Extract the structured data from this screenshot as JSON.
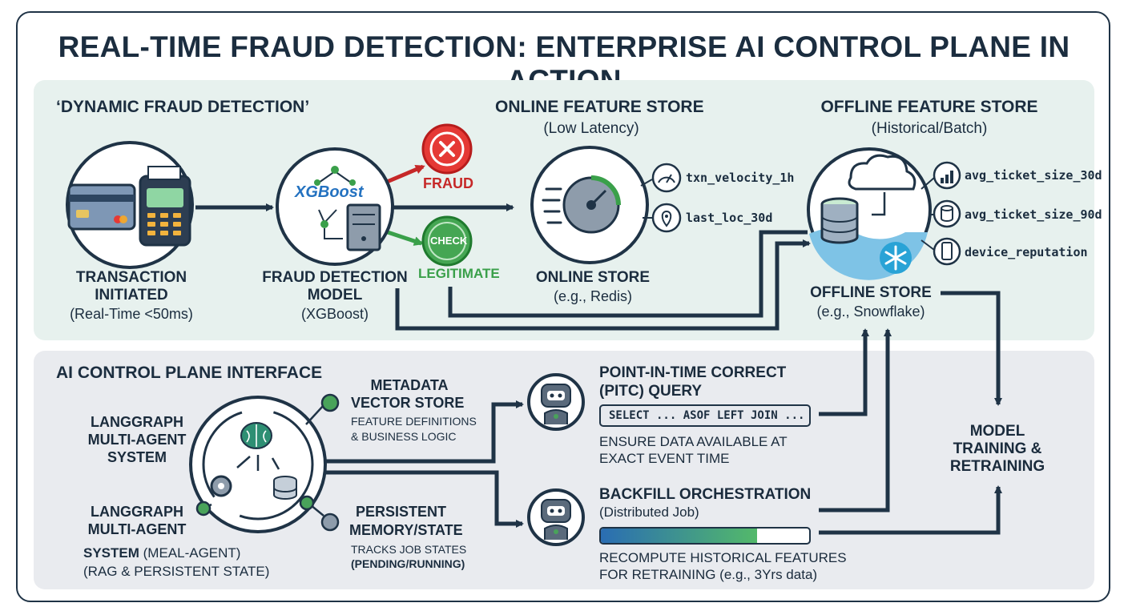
{
  "title": "REAL-TIME FRAUD DETECTION: ENTERPRISE AI CONTROL PLANE IN ACTION",
  "top": {
    "section_label": "‘DYNAMIC FRAUD DETECTION’",
    "transaction": {
      "line1": "TRANSACTION",
      "line2": "INITIATED",
      "sub": "(Real-Time <50ms)"
    },
    "model": {
      "logo": "XGBoost",
      "line1": "FRAUD DETECTION",
      "line2": "MODEL",
      "sub": "(XGBoost)"
    },
    "outcomes": {
      "fraud": "FRAUD",
      "check": "CHECK",
      "legit": "LEGITIMATE"
    },
    "online": {
      "header": "ONLINE FEATURE STORE",
      "header_sub": "(Low Latency)",
      "features": [
        "txn_velocity_1h",
        "last_loc_30d"
      ],
      "label": "ONLINE STORE",
      "label_sub": "(e.g., Redis)"
    },
    "offline": {
      "header": "OFFLINE FEATURE STORE",
      "header_sub": "(Historical/Batch)",
      "features": [
        "avg_ticket_size_30d",
        "avg_ticket_size_90d",
        "device_reputation"
      ],
      "label": "OFFLINE STORE",
      "label_sub": "(e.g., Snowflake)"
    }
  },
  "bottom": {
    "section_label": "AI CONTROL PLANE INTERFACE",
    "agent_a": [
      "LANGGRAPH",
      "MULTI-AGENT",
      "SYSTEM"
    ],
    "agent_b": {
      "line1": "LANGGRAPH",
      "line2": "MULTI-AGENT",
      "line3_bold": "SYSTEM",
      "line3_reg": " (MEAL-AGENT)",
      "line4": "(RAG & PERSISTENT STATE)"
    },
    "metadata": {
      "line1": "METADATA",
      "line2": "VECTOR STORE",
      "desc1": "FEATURE DEFINITIONS",
      "desc2": "& BUSINESS LOGIC"
    },
    "memory": {
      "line1": "PERSISTENT",
      "line2": "MEMORY/STATE",
      "desc1": "TRACKS JOB STATES",
      "desc2": "(PENDING/RUNNING)"
    },
    "pitc": {
      "line1": "POINT-IN-TIME CORRECT",
      "line2": "(PITC) QUERY",
      "query": "SELECT ... ASOF LEFT JOIN ...",
      "desc1": "ENSURE DATA AVAILABLE AT",
      "desc2": "EXACT EVENT TIME"
    },
    "backfill": {
      "line1": "BACKFILL ORCHESTRATION",
      "line2": "(Distributed Job)",
      "progress": 0.75,
      "desc1": "RECOMPUTE HISTORICAL FEATURES",
      "desc2": "FOR RETRAINING (e.g., 3Yrs data)"
    },
    "training": [
      "MODEL",
      "TRAINING &",
      "RETRAINING"
    ]
  },
  "colors": {
    "navy": "#1f3346",
    "red": "#d62d2d",
    "green": "#3aa04a",
    "teal": "#2f8aa8",
    "panel_top": "#e7f1ee",
    "panel_bottom": "#e9ebef"
  }
}
